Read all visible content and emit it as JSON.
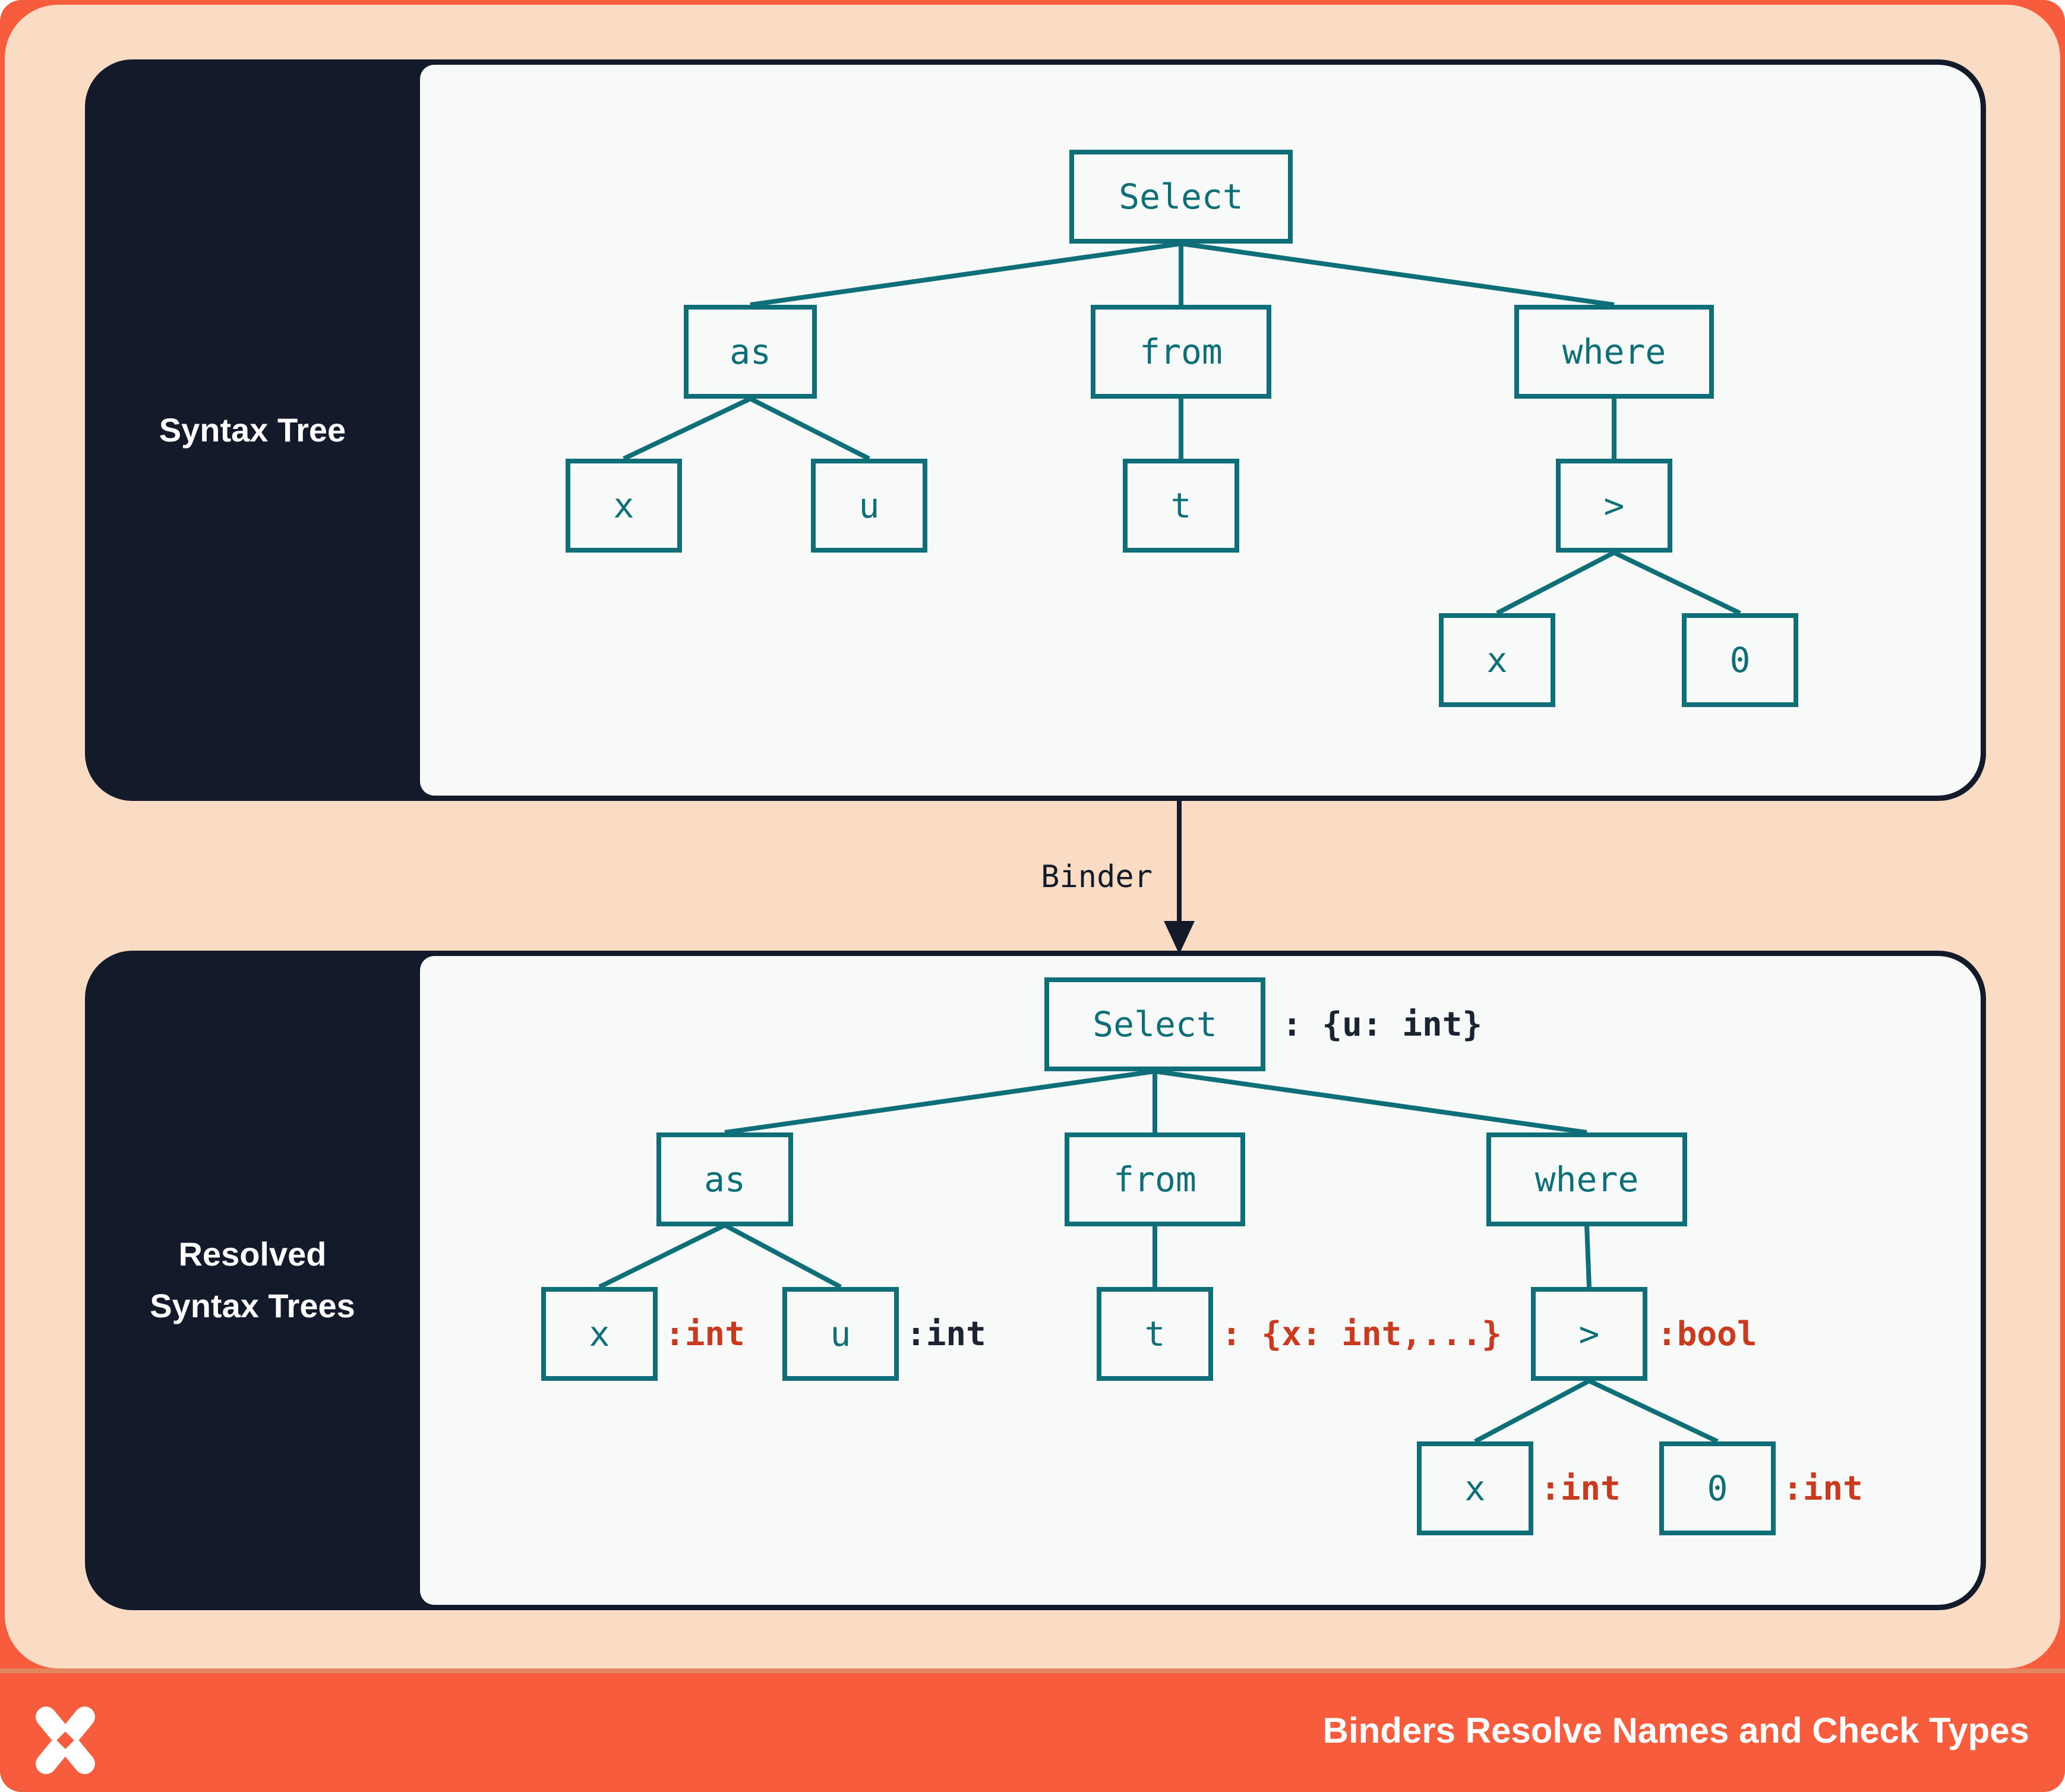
{
  "colors": {
    "accent_orange": "#F75C3D",
    "peach_background": "#F9DCC3",
    "panel_navy": "#131B2B",
    "content_offwhite": "#F8F9F9",
    "tree_teal": "#0F6F78",
    "type_annotation_red": "#C93A1F",
    "type_annotation_navy": "#1A2433",
    "footer_divider": "#E2875F",
    "text_white": "#FFFFFF"
  },
  "top_panel": {
    "sidebar_label": "Syntax Tree",
    "tree": {
      "select": "Select",
      "as": "as",
      "x": "x",
      "u": "u",
      "from": "from",
      "t": "t",
      "where": "where",
      "gt": ">",
      "x2": "x",
      "zero": "0"
    }
  },
  "binder": {
    "label": "Binder"
  },
  "bottom_panel": {
    "sidebar_label": "Resolved\nSyntax Trees",
    "tree": {
      "select": "Select",
      "select_type": ": {u: int}",
      "as": "as",
      "x": "x",
      "x_type": ":int",
      "u": "u",
      "u_type": ":int",
      "from": "from",
      "t": "t",
      "t_type": ": {x: int,...}",
      "where": "where",
      "gt": ">",
      "gt_type": ":bool",
      "x2": "x",
      "x2_type": ":int",
      "zero": "0",
      "zero_type": ":int"
    }
  },
  "footer": {
    "title": "Binders Resolve Names and Check Types",
    "logo": "pinwheel-x-logo"
  }
}
